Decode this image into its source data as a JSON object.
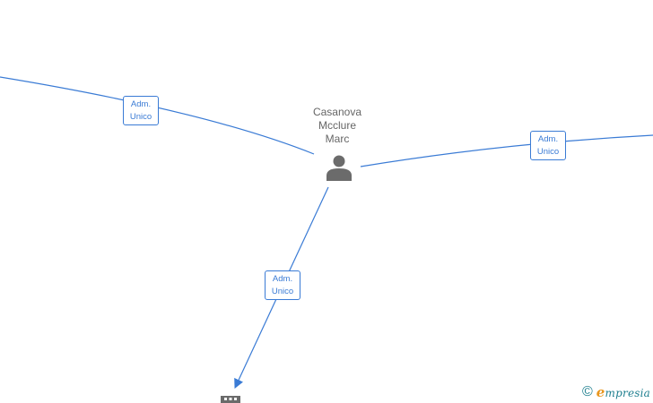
{
  "person": {
    "name_lines": [
      "Casanova",
      "Mcclure",
      "Marc"
    ],
    "icon": "person-icon"
  },
  "relations": [
    {
      "role_line1": "Adm.",
      "role_line2": "Unico"
    },
    {
      "role_line1": "Adm.",
      "role_line2": "Unico"
    },
    {
      "role_line1": "Adm.",
      "role_line2": "Unico"
    }
  ],
  "company": {
    "icon": "building-icon"
  },
  "brand": {
    "copyright": "©",
    "initial": "e",
    "name": "mpresia",
    "initial_color": "#e8961e",
    "color": "#1f7f8f"
  },
  "colors": {
    "edge": "#3a7bd5",
    "node_icon": "#6b6b6b",
    "name_text": "#666666"
  }
}
